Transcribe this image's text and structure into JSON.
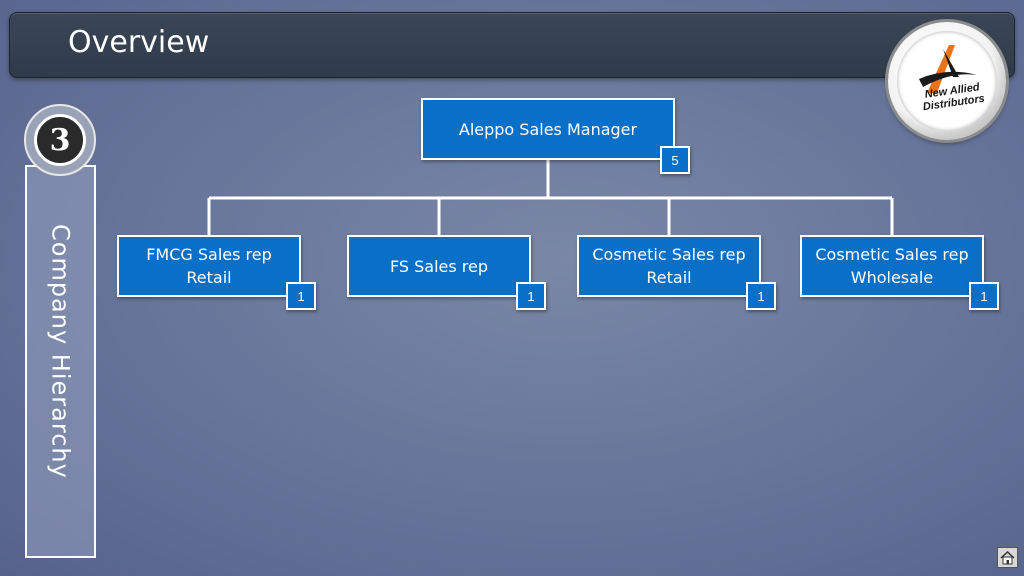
{
  "header": {
    "title": "Overview"
  },
  "logo": {
    "line1": "New Allied",
    "line2": "Distributors"
  },
  "section": {
    "number": "3",
    "label": "Company Hierarchy"
  },
  "hierarchy": {
    "root": {
      "title": "Aleppo Sales Manager",
      "count": "5"
    },
    "children": [
      {
        "line1": "FMCG Sales rep",
        "line2": "Retail",
        "count": "1"
      },
      {
        "line1": "FS Sales rep",
        "line2": "",
        "count": "1"
      },
      {
        "line1": "Cosmetic Sales rep",
        "line2": "Retail",
        "count": "1"
      },
      {
        "line1": "Cosmetic Sales rep",
        "line2": "Wholesale",
        "count": "1"
      }
    ]
  },
  "colors": {
    "node": "#0a6fc7",
    "header": "#333f4f",
    "background": "#6b7899"
  },
  "icons": {
    "home": "home-icon"
  }
}
